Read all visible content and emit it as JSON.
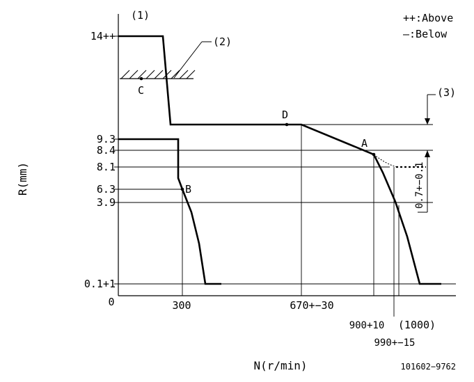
{
  "legend": {
    "above": "++:Above",
    "below": "—:Below"
  },
  "callouts": {
    "c1": "(1)",
    "c2": "(2)",
    "c3": "(3)"
  },
  "axes": {
    "ylabel": "R(mm)",
    "xlabel": "N(r/min)",
    "origin": "0",
    "y_ticks": [
      "14++",
      "9.3",
      "8.4",
      "8.1",
      "6.3",
      "3.9",
      "0.1+1"
    ],
    "x_ticks": [
      "300",
      "670+−30",
      "900+10",
      "(1000)",
      "990+−15"
    ]
  },
  "points": {
    "A": "A",
    "B": "B",
    "C": "C",
    "D": "D"
  },
  "tolerance": "0.7+−0.1",
  "drawing_number": "101602−9762"
}
